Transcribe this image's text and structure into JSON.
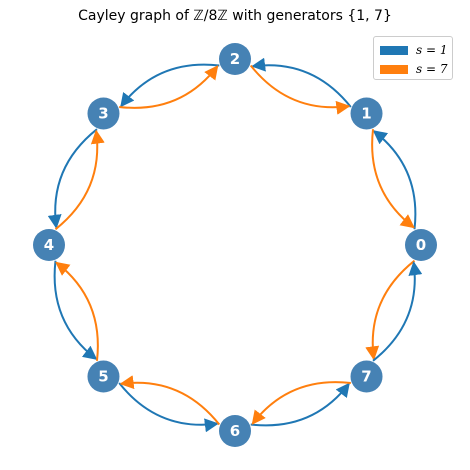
{
  "title": "Cayley graph of ℤ/8ℤ with generators {1, 7}",
  "nodes": [
    "0",
    "1",
    "2",
    "3",
    "4",
    "5",
    "6",
    "7"
  ],
  "generators": [
    {
      "label": "s = 1",
      "color": "#1f77b4"
    },
    {
      "label": "s = 7",
      "color": "#ff7f0e"
    }
  ],
  "colors": {
    "node": "#4682b4",
    "node_text": "#ffffff"
  }
}
